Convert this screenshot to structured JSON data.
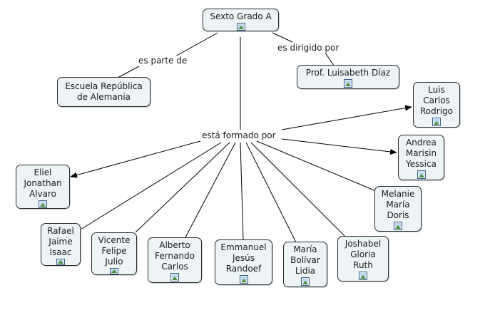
{
  "concept_map": {
    "nodes": {
      "sexto": "Sexto Grado A",
      "escuela": "Escuela República\nde Alemania",
      "prof": "Prof. Luisabeth Díaz",
      "luis": "Luis\nCarlos\nRodrigo",
      "andrea": "Andrea\nMarisin\nYessica",
      "melanie": "Melanie\nMaría\nDoris",
      "joshabel": "Joshabel\nGloria\nRuth",
      "maria": "María\nBolívar\nLidia",
      "emmanuel": "Emmanuel\nJesús\nRandoef",
      "alberto": "Alberto\nFernando\nCarlos",
      "vicente": "Vicente\nFelipe\nJulio",
      "rafael": "Rafael\nJaime\nIsaac",
      "eliel": "Eliel\nJonathan\nAlvaro"
    },
    "links": {
      "es_parte_de": "es parte de",
      "es_dirigido_por": "es dirigido por",
      "esta_formado_por": "está formado por"
    },
    "icon": "image-icon"
  }
}
